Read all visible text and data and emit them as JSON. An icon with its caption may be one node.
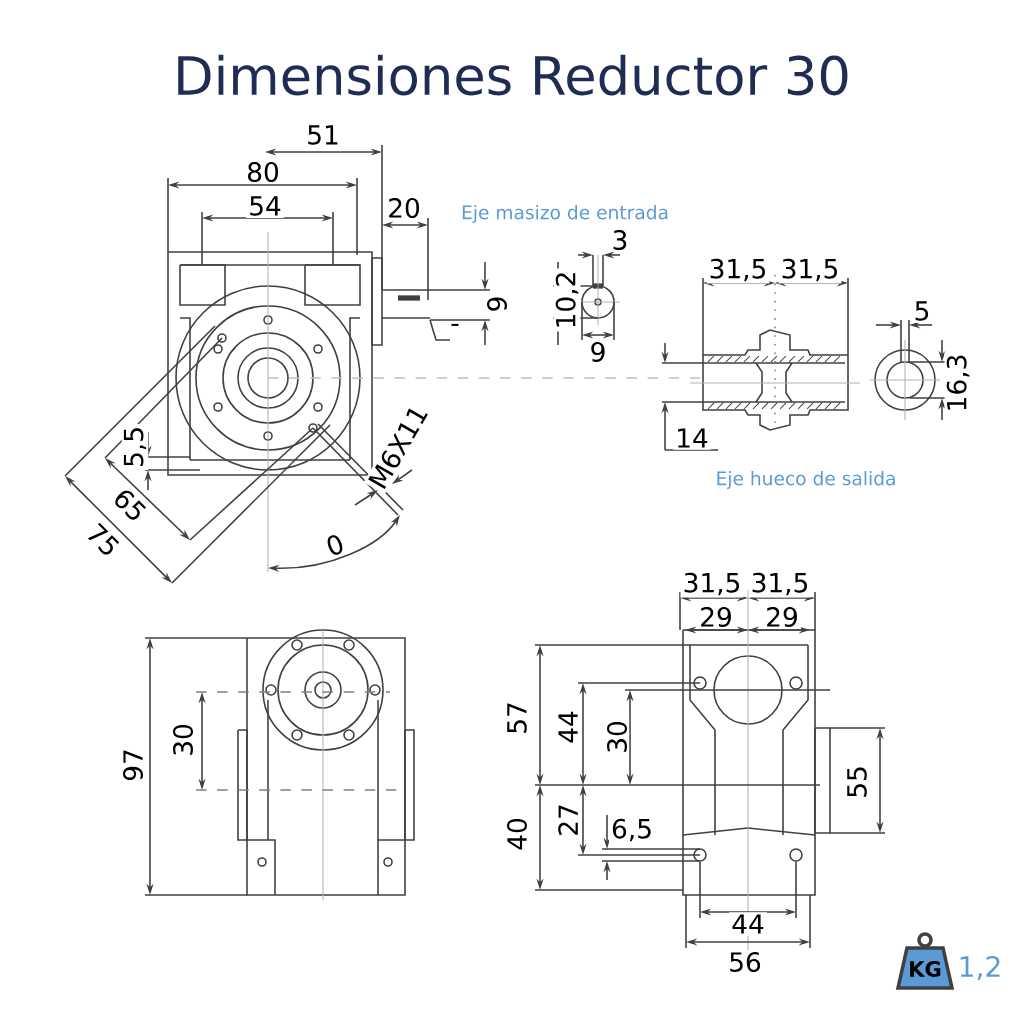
{
  "diagram": {
    "title": "Dimensiones Reductor 30",
    "labels": [
      "51",
      "80",
      "54",
      "20",
      "Eje masizo de entrada",
      "3",
      "31,5",
      "31,5",
      "10,2",
      "9",
      "5",
      "-",
      "9",
      "16,3",
      "14",
      "5,5",
      "M6X11",
      "Eje hueco de salida",
      "65",
      "75",
      "0",
      "31,5",
      "31,5",
      "29",
      "29",
      "30",
      "57",
      "44",
      "30",
      "97",
      "55",
      "40",
      "27",
      "6,5",
      "44",
      "56",
      "KG",
      "1,2"
    ]
  }
}
